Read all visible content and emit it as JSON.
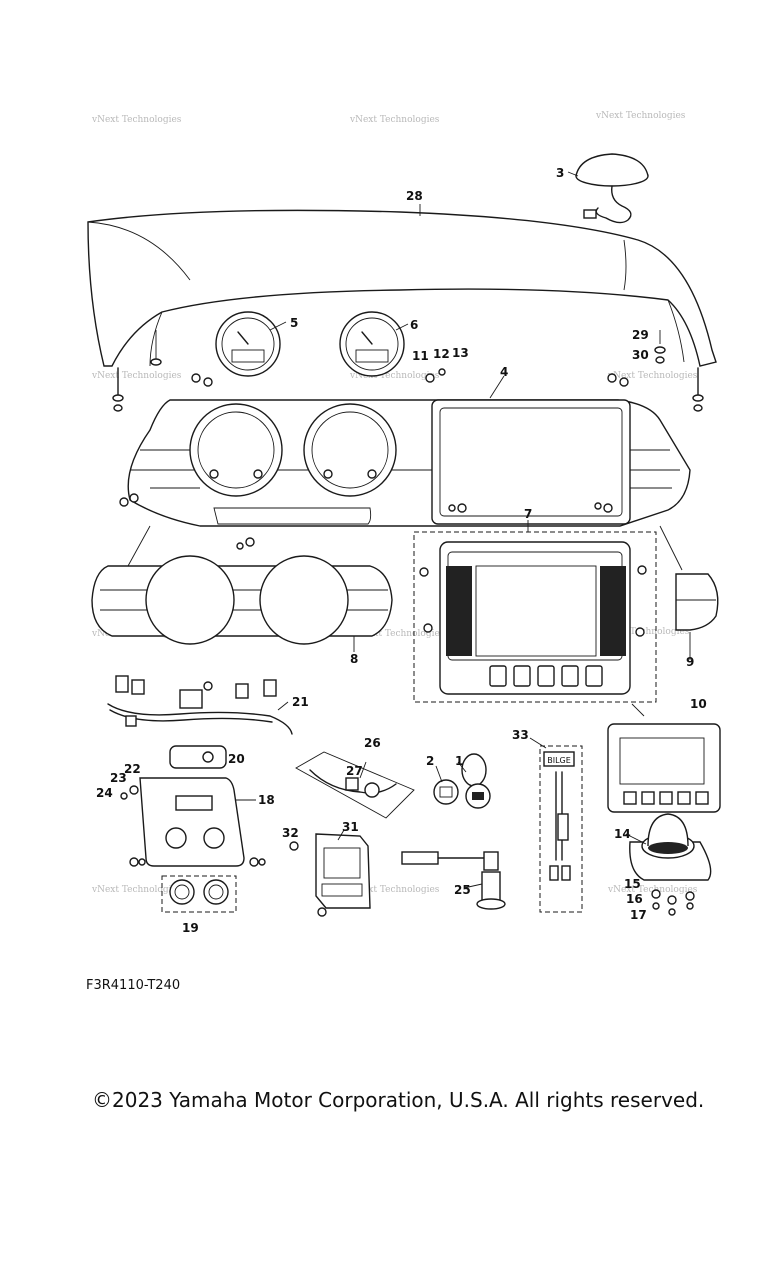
{
  "diagram": {
    "code": "F3R4110-T240",
    "copyright": "©2023 Yamaha Motor Corporation, U.S.A. All rights reserved.",
    "watermark": "vNext Technologies",
    "bilge_label": "BILGE",
    "callouts": [
      "1",
      "2",
      "3",
      "4",
      "5",
      "6",
      "7",
      "8",
      "9",
      "10",
      "11",
      "12",
      "13",
      "14",
      "15",
      "16",
      "17",
      "18",
      "19",
      "20",
      "21",
      "22",
      "23",
      "24",
      "25",
      "26",
      "27",
      "28",
      "29",
      "30",
      "31",
      "32",
      "33"
    ]
  }
}
